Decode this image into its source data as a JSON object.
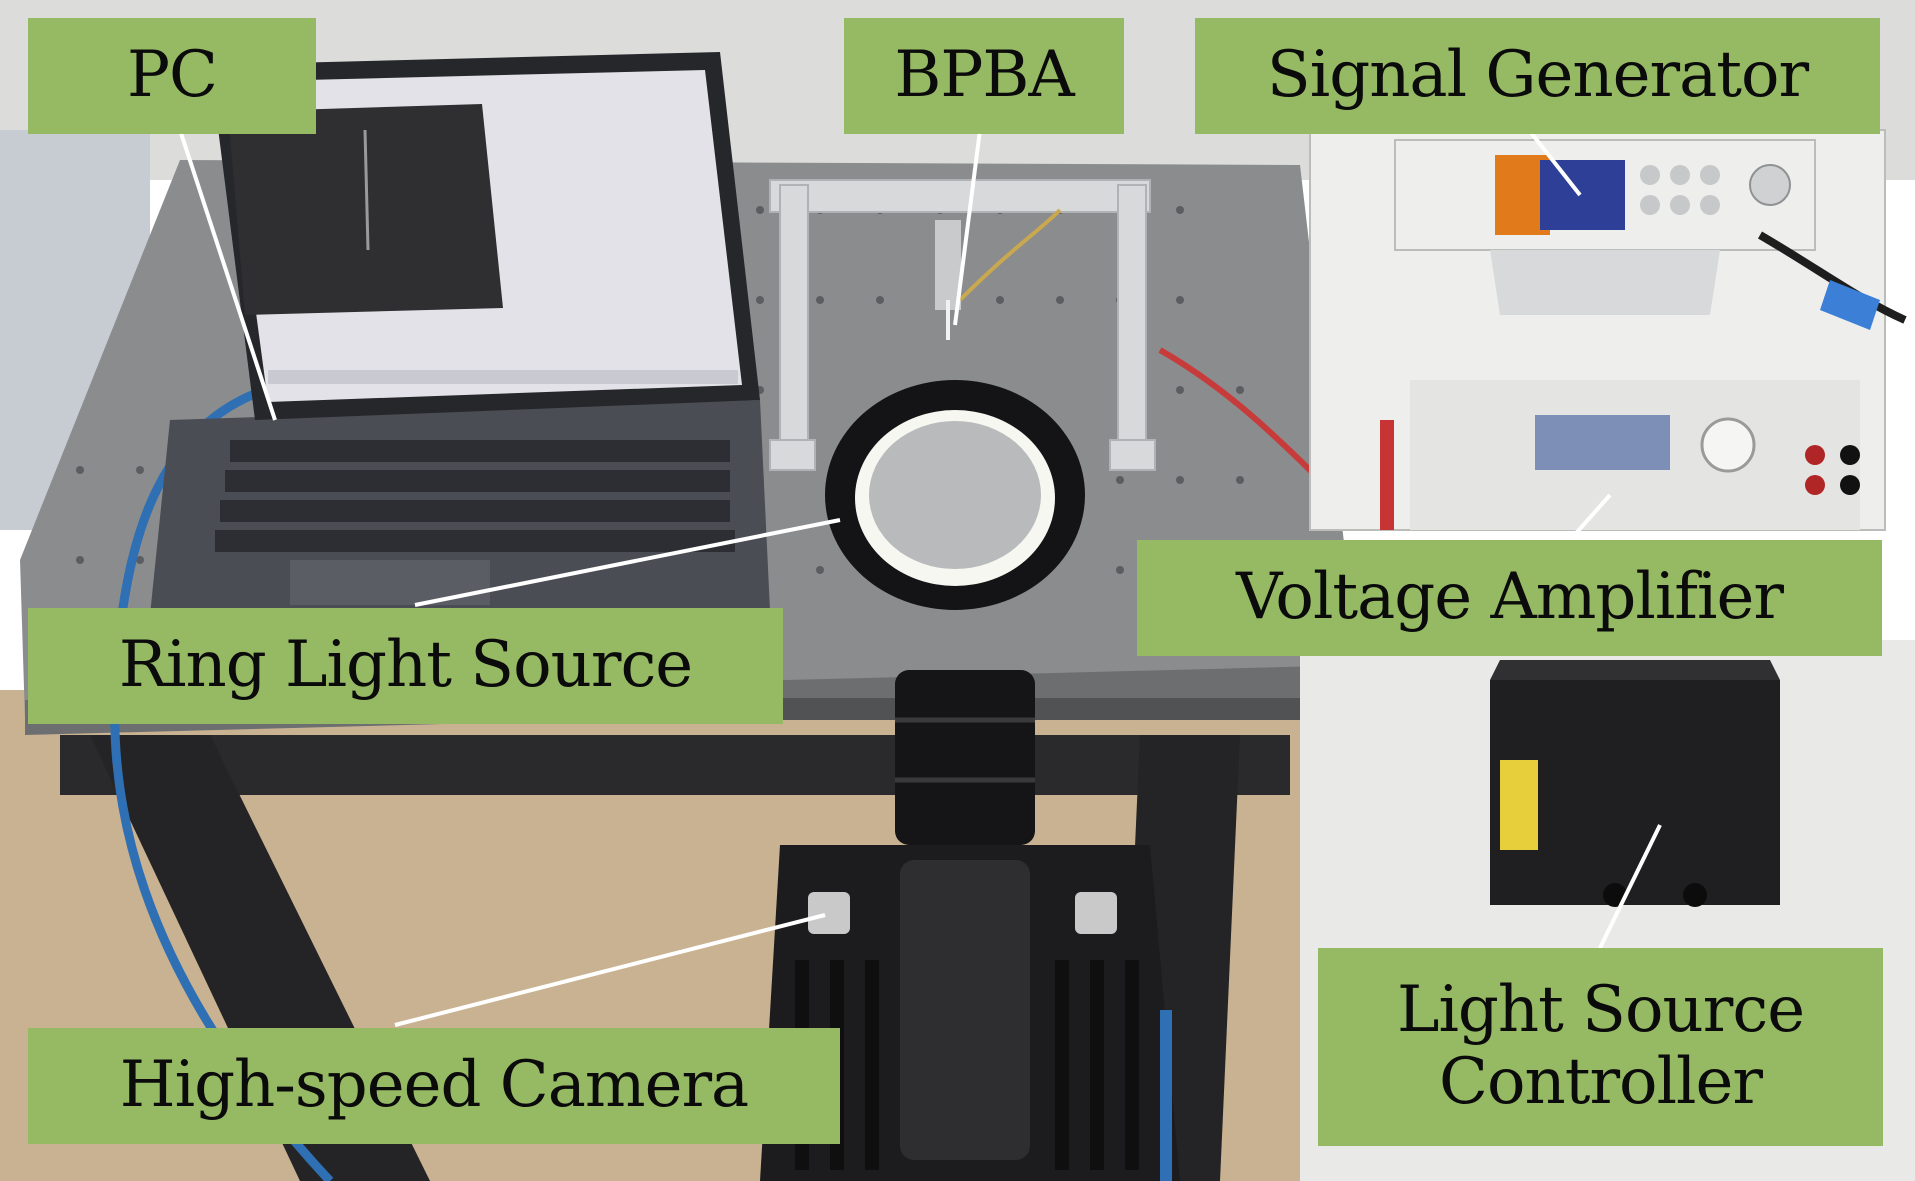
{
  "colors": {
    "label_bg": "#96b964",
    "label_text": "#0b0b0b",
    "leader_line": "#ffffff",
    "wall": "#dcdcda",
    "floor": "#c9b291",
    "table_top": "#8a8c8e",
    "table_frame": "#2a2a2c",
    "blue_cable": "#2f6fb4",
    "laptop_body": "#4a4d54",
    "laptop_screen": "#e2e2e8",
    "camera_body": "#1c1c1e",
    "instrument_case": "#eeeeec"
  },
  "labels": {
    "pc": "PC",
    "bpba": "BPBA",
    "signal_generator": "Signal Generator",
    "ring_light_source": "Ring Light Source",
    "voltage_amplifier": "Voltage Amplifier",
    "high_speed_camera": "High-speed Camera",
    "light_source_controller_line1": "Light Source",
    "light_source_controller_line2": "Controller"
  }
}
